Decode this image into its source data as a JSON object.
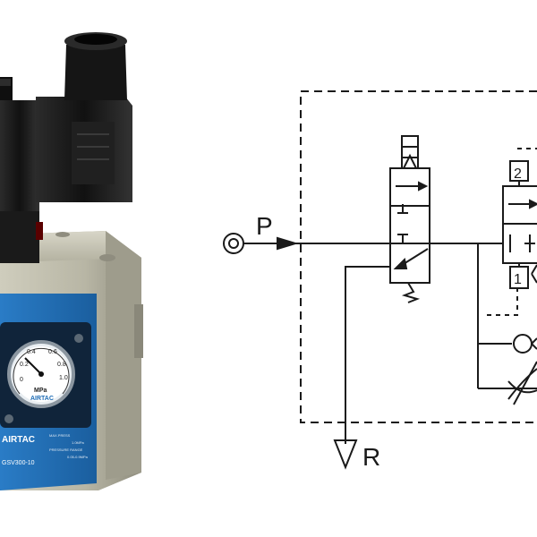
{
  "product": {
    "brand": "AIRTAC",
    "gauge_unit": "MPa",
    "gauge_ticks": [
      "0.2",
      "0.4",
      "0.6",
      "0.8",
      "1.0",
      "0"
    ],
    "gauge_brand": "AIRTAC",
    "model": "GSV300-10",
    "nameplate_lines": [
      "MAX.PRESS",
      "1.0MPa",
      "PRESSURE RANGE",
      "0.05-0.9MPa"
    ]
  },
  "schematic": {
    "port_p": "P",
    "port_r": "R",
    "label_2": "2",
    "label_1": "1"
  },
  "colors": {
    "line": "#1a1a1a",
    "housing": "#b9b7a6",
    "housing_dark": "#8e8c7d",
    "panel_blue": "#1f6db6",
    "coil": "#1b1b1b"
  }
}
